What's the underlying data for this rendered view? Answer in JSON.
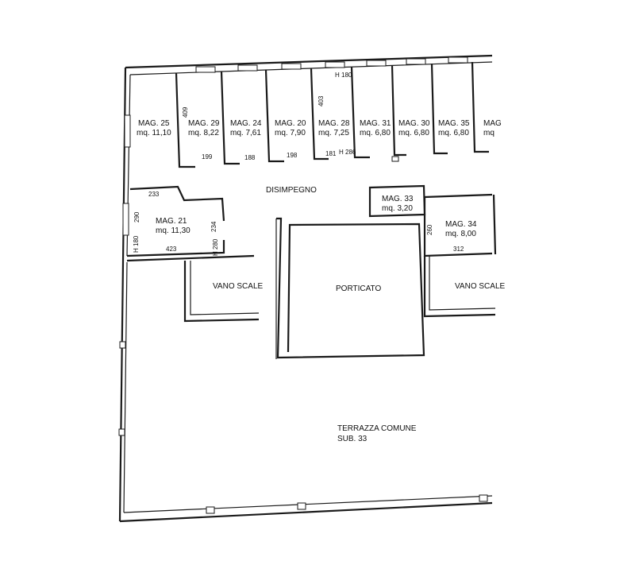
{
  "rooms": {
    "mag25": {
      "name": "MAG. 25",
      "area": "mq. 11,10"
    },
    "mag29": {
      "name": "MAG. 29",
      "area": "mq. 8,22"
    },
    "mag24": {
      "name": "MAG. 24",
      "area": "mq. 7,61"
    },
    "mag20": {
      "name": "MAG. 20",
      "area": "mq. 7,90"
    },
    "mag28": {
      "name": "MAG. 28",
      "area": "mq. 7,25"
    },
    "mag31": {
      "name": "MAG. 31",
      "area": "mq. 6,80"
    },
    "mag30": {
      "name": "MAG. 30",
      "area": "mq. 6,80"
    },
    "mag35": {
      "name": "MAG. 35",
      "area": "mq. 6,80"
    },
    "mag_cut": {
      "name": "MAG",
      "area": "mq"
    },
    "mag21": {
      "name": "MAG. 21",
      "area": "mq. 11,30"
    },
    "mag33": {
      "name": "MAG. 33",
      "area": "mq. 3,20"
    },
    "mag34": {
      "name": "MAG. 34",
      "area": "mq. 8,00"
    }
  },
  "spaces": {
    "disimpegno": "DISIMPEGNO",
    "vano_scale_left": "VANO SCALE",
    "vano_scale_right": "VANO SCALE",
    "center_faint": "PORTICATO",
    "terrazza_line1": "TERRAZZA COMUNE",
    "terrazza_line2": "SUB. 33"
  },
  "dimensions": {
    "d409": "409",
    "d403": "403",
    "h180_top": "H 180",
    "d199": "199",
    "d188": "188",
    "d198": "198",
    "d181": "181",
    "h286": "H 286",
    "d233": "233",
    "d290": "290",
    "d234": "234",
    "h180_left": "H 180",
    "h280": "H 280",
    "d423": "423",
    "d260": "260",
    "d312": "312"
  }
}
